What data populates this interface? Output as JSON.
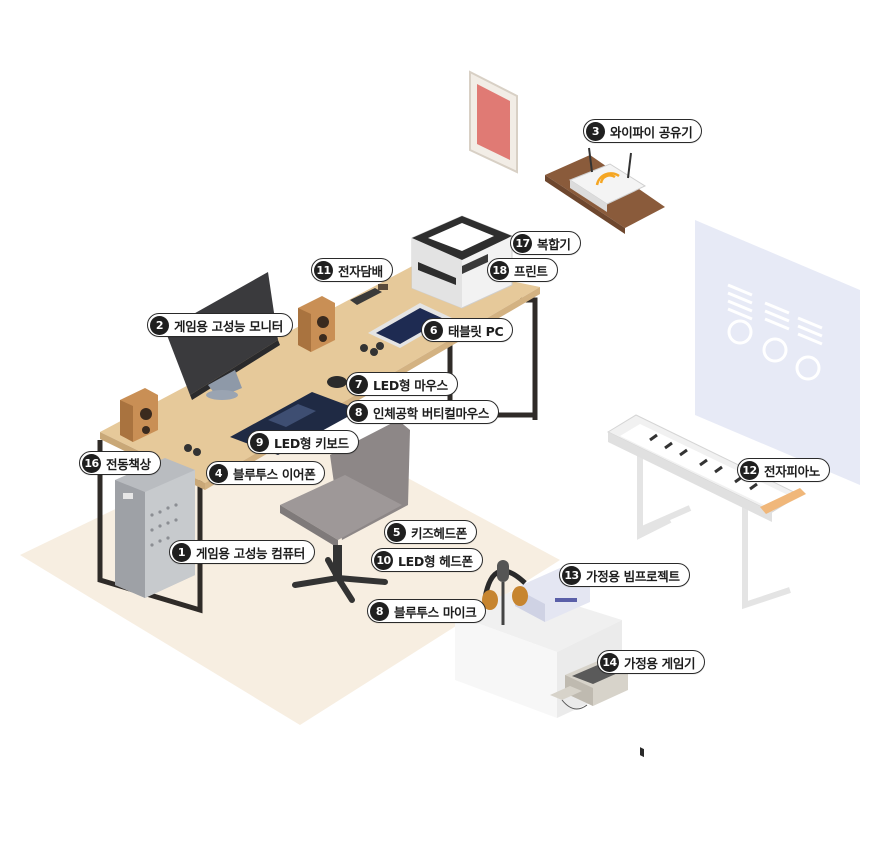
{
  "callouts": [
    {
      "num": "1",
      "label": "게임용 고성능 컴퓨터",
      "icon": "gaming-pc"
    },
    {
      "num": "2",
      "label": "게임용 고성능 모니터",
      "icon": "monitor"
    },
    {
      "num": "3",
      "label": "와이파이 공유기",
      "icon": "wifi-router"
    },
    {
      "num": "4",
      "label": "블루투스 이어폰",
      "icon": "earbuds"
    },
    {
      "num": "5",
      "label": "키즈헤드폰",
      "icon": "kids-headphones"
    },
    {
      "num": "6",
      "label": "태블릿 PC",
      "icon": "tablet"
    },
    {
      "num": "7",
      "label": "LED형 마우스",
      "icon": "mouse"
    },
    {
      "num": "8",
      "label": "인체공학 버티컬마우스",
      "icon": "vertical-mouse"
    },
    {
      "num": "8",
      "label": "블루투스 마이크",
      "icon": "microphone"
    },
    {
      "num": "9",
      "label": "LED형 키보드",
      "icon": "keyboard"
    },
    {
      "num": "10",
      "label": "LED형 헤드폰",
      "icon": "headphones"
    },
    {
      "num": "11",
      "label": "전자담배",
      "icon": "e-cigarette"
    },
    {
      "num": "12",
      "label": "전자피아노",
      "icon": "digital-piano"
    },
    {
      "num": "13",
      "label": "가정용 빔프로젝트",
      "icon": "projector"
    },
    {
      "num": "14",
      "label": "가정용 게임기",
      "icon": "game-console"
    },
    {
      "num": "16",
      "label": "전동책상",
      "icon": "standing-desk"
    },
    {
      "num": "17",
      "label": "복합기",
      "icon": "multifunction-printer"
    },
    {
      "num": "18",
      "label": "프린트",
      "icon": "printer"
    }
  ],
  "colors": {
    "desk_top": "#e6c99a",
    "desk_frame": "#2f2b28",
    "floor": "#f7eee1",
    "callout_badge": "#1f1f1f",
    "wifi_signal": "#f5a623",
    "projection": "#e3e6f5",
    "frame_art": "#e07a74",
    "piano_accent": "#f0b77a"
  }
}
